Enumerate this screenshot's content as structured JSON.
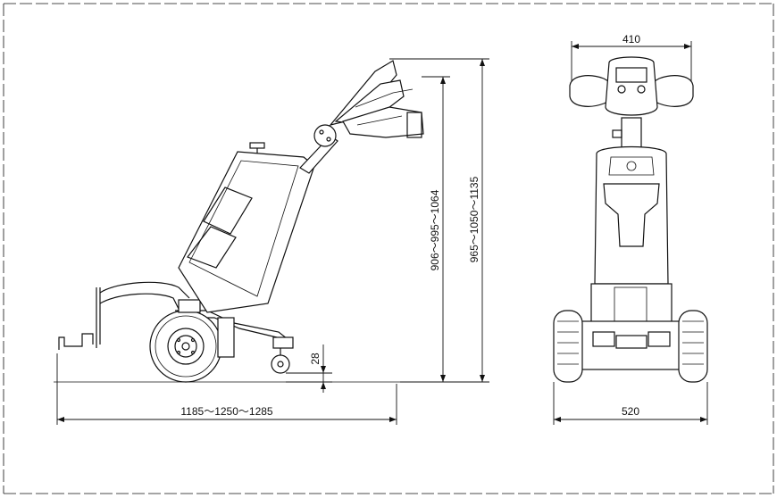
{
  "dimensions": {
    "overall_length": "1185～1250～1285",
    "min_handle_height": "906～995～1064",
    "max_handle_height": "965～1050～1135",
    "ground_clearance": "28",
    "handle_width": "410",
    "overall_width": "520"
  }
}
